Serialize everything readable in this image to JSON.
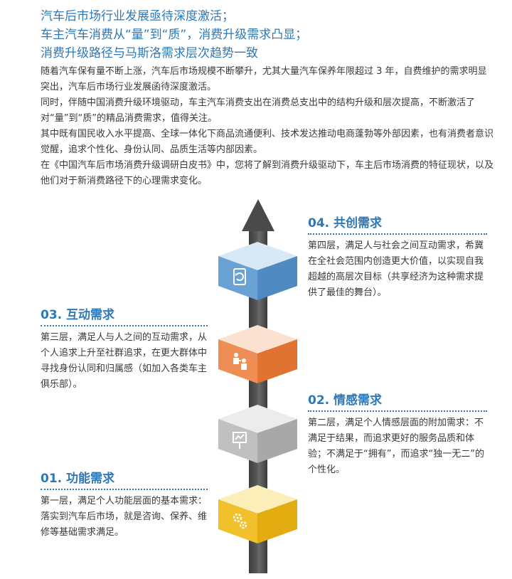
{
  "title": {
    "lines": [
      "汽车后市场行业发展亟待深度激活；",
      "车主汽车消费从“量”到“质”，消费升级需求凸显；",
      "消费升级路径与马斯洛需求层次趋势一致"
    ]
  },
  "intro": {
    "paragraphs": [
      "随着汽车保有量不断上涨，汽车后市场规模不断攀升，尤其大量汽车保养年限超过 3 年，自费维护的需求明显突出，汽车后市场行业发展函待深度激活。",
      "同时，伴随中国消费升级环境驱动，车主汽车消费支出在消费总支出中的结构升级和层次提高，不断激活了对“量”到“质”的精品消费需求，值得关注。",
      "其中既有国民收入水平提高、全球一体化下商品流通便利、技术发达推动电商蓬勃等外部因素，也有消费者意识觉醒，追求个性化、身份认同、品质生活等内部因素。",
      "在《中国汽车后市场消费升级调研白皮书》中，您将了解到消费升级驱动下，车主后市场消费的特征现状，以及他们对于新消费路径下的心理需求变化。"
    ]
  },
  "levels": [
    {
      "title": "04. 共创需求",
      "desc": "第四层，满足人与社会之间互动需求，希冀在全社会范围内创造更大价值，以实现自我超越的高层次目标（共享经济为这种需求提供了最佳的舞台）。",
      "cube_color": "#6aa2d6",
      "cube_top": "#d7e8f7",
      "cube_side": "#4f8ac3",
      "icon": "share-cycle-icon"
    },
    {
      "title": "03. 互动需求",
      "desc": "第三层，满足人与人之间的互动需求，从个人追求上升至社群追求，在更大群体中寻找身份认同和归属感（如加入各类车主俱乐部）。",
      "cube_color": "#ee8e54",
      "cube_top": "#fbe1cf",
      "cube_side": "#e07332",
      "icon": "people-icon"
    },
    {
      "title": "02. 情感需求",
      "desc": "第二层，满足个人情感层面的附加需求：不满足于结果，而追求更好的服务品质和体验；不满足于“拥有”，而追求“独一无二”的个性化。",
      "cube_color": "#c0c0c0",
      "cube_top": "#ececec",
      "cube_side": "#a8a8a8",
      "icon": "presentation-icon"
    },
    {
      "title": "01. 功能需求",
      "desc": "第一层，满足个人功能层面的基本需求：落实到汽车后市场，就是咨询、保养、维修等基础需求满足。",
      "cube_color": "#f1c12b",
      "cube_top": "#fbeeb8",
      "cube_side": "#e3ad12",
      "icon": "gears-icon"
    }
  ]
}
